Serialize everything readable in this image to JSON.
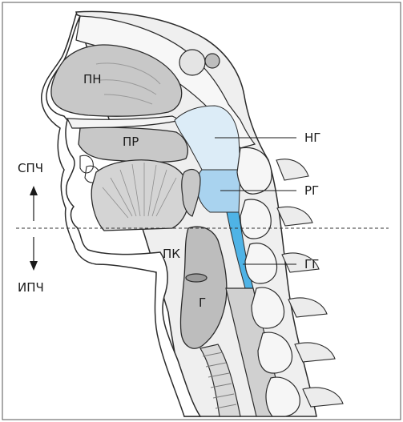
{
  "labels": {
    "nasal_cavity": "ПН",
    "oral_cavity": "ПР",
    "nasopharynx": "НГ",
    "oropharynx": "РГ",
    "laryngopharynx": "ГГ",
    "larynx_entrance": "ПК",
    "larynx": "Г",
    "upper_airway": "СПЧ",
    "lower_airway": "ИПЧ"
  },
  "colors": {
    "nasopharynx_fill": "#dcecf7",
    "oropharynx_fill": "#a9d3ef",
    "laryngopharynx_fill": "#4fb3e6",
    "tissue_grey": "#c8c8c8",
    "bone_light": "#f2f2f2",
    "outline": "#2b2b2b"
  }
}
